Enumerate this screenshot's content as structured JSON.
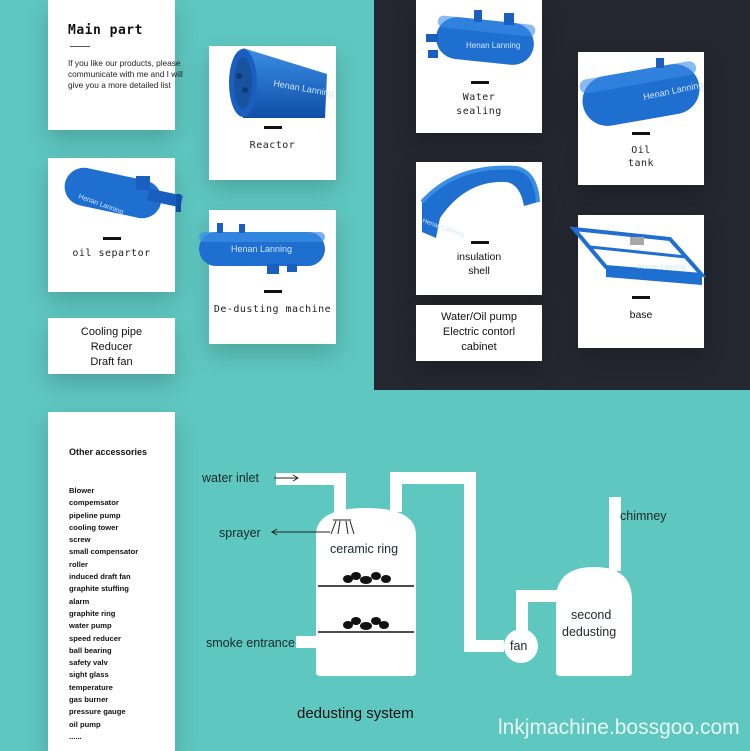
{
  "main_part": {
    "title": "Main part",
    "text": "If you like our products, please communicate with me and I will give you a more detailed list"
  },
  "brand_text": "Henan Lanning",
  "parts": {
    "reactor": "Reactor",
    "oil_separator": "oil separtor",
    "dedusting_machine": "De-dusting machine",
    "water_sealing_line1": "Water",
    "water_sealing_line2": "sealing",
    "oil_tank_line1": "Oil",
    "oil_tank_line2": "tank",
    "insulation_shell_line1": "insulation",
    "insulation_shell_line2": "shell",
    "base": "base"
  },
  "cooling_card": [
    "Cooling pipe",
    "Reducer",
    "Draft fan"
  ],
  "pump_card": [
    "Water/Oil pump",
    "Electric contorl",
    "cabinet"
  ],
  "accessories": {
    "title": "Other accessories",
    "items": [
      "Blower",
      "compemsator",
      "pipeline pump",
      "cooling tower",
      "screw",
      "small compensator",
      "roller",
      "induced draft fan",
      "graphite stuffing",
      "alarm",
      "graphite ring",
      "water pump",
      "speed reducer",
      "ball bearing",
      "safety valv",
      "sight glass",
      "temperature",
      "gas burner",
      "pressure gauge",
      "oil pump",
      "......"
    ]
  },
  "diagram": {
    "water_inlet": "water inlet",
    "sprayer": "sprayer",
    "ceramic_ring": "ceramic ring",
    "smoke_entrance": "smoke entrance",
    "fan": "fan",
    "second_line1": "second",
    "second_line2": "dedusting",
    "chimney": "chimney",
    "title": "dedusting system"
  },
  "watermark": "lnkjmachine.bossgoo.com",
  "colors": {
    "background": "#5ec7c0",
    "dark_panel": "#24272f",
    "equipment_blue": "#1e6fd0"
  }
}
